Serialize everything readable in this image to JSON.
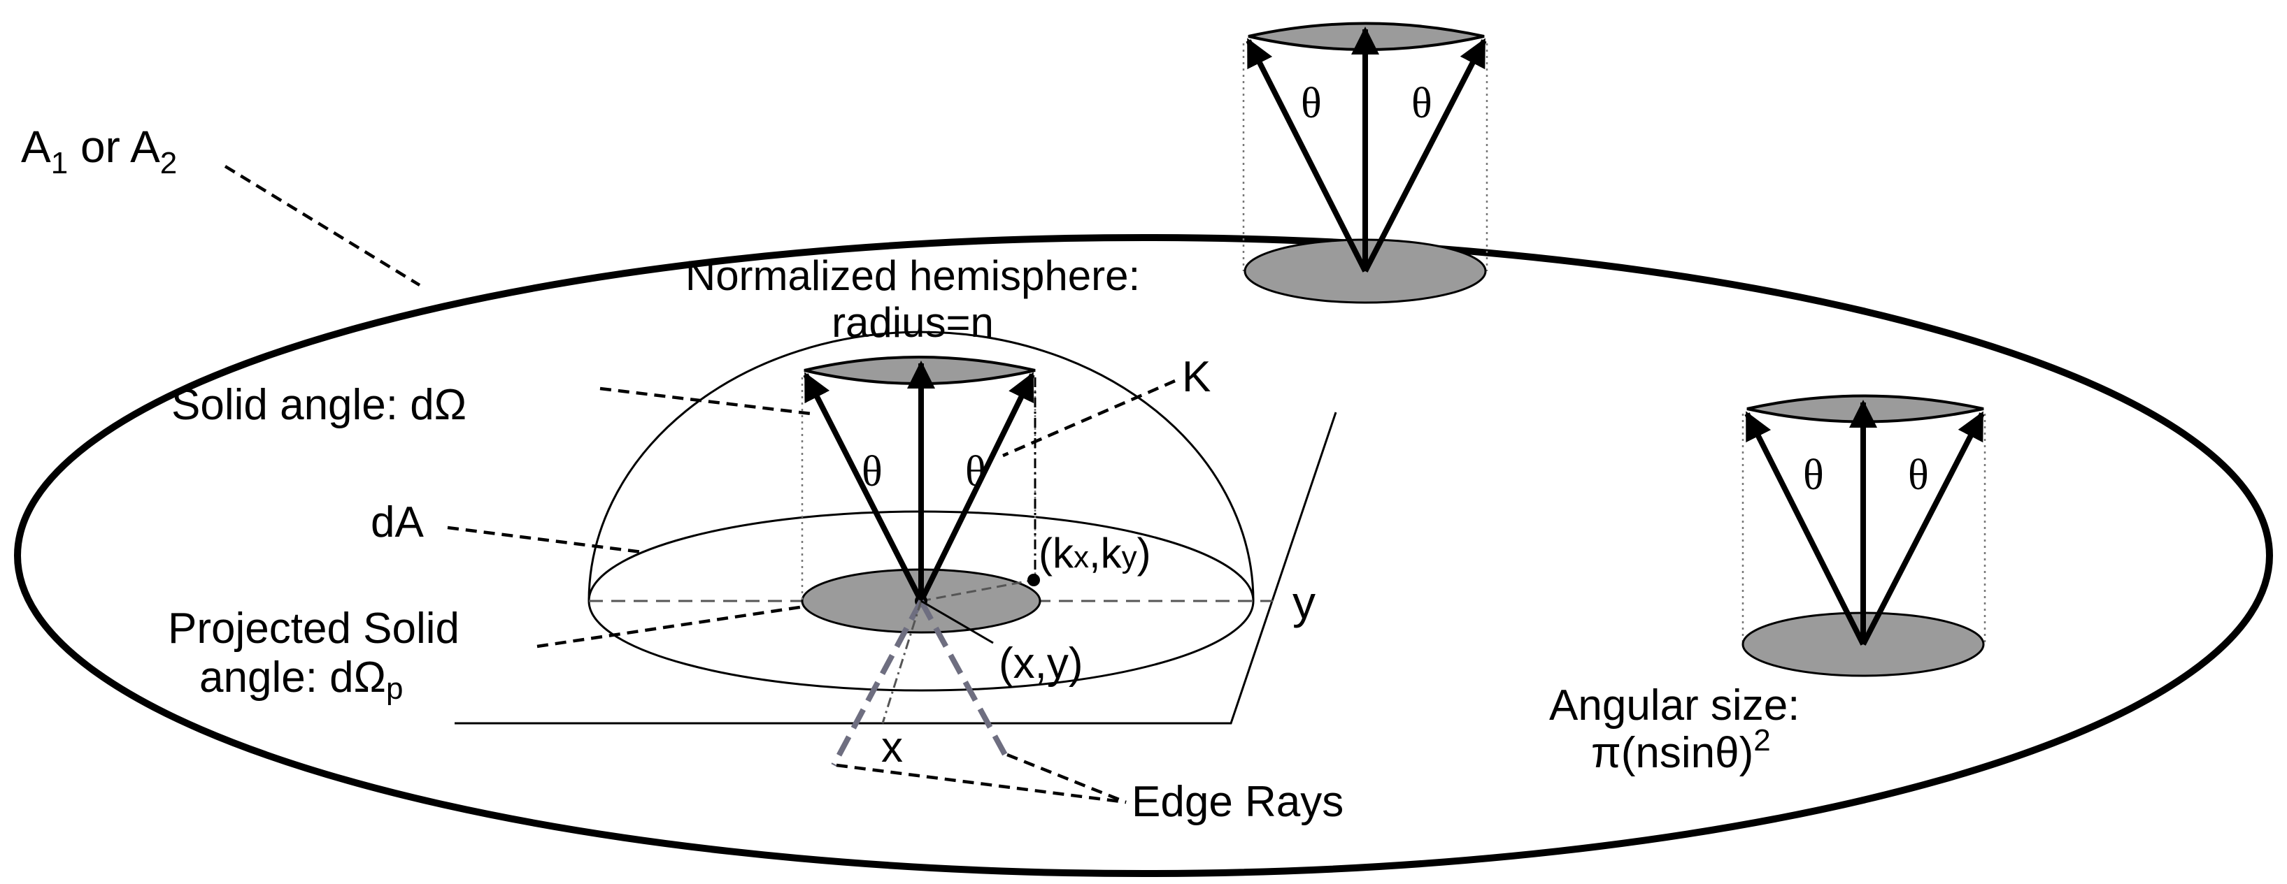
{
  "labels": {
    "surface_a": "A",
    "surface_sub1": "1",
    "surface_or": " or A",
    "surface_sub2": "2",
    "hemisphere_line1": "Normalized hemisphere:",
    "hemisphere_line2": "radius=n",
    "solid_angle": "Solid angle: dΩ",
    "k_vector": "K",
    "area_element": "dA",
    "projected_line1": "Projected Solid",
    "projected_line2_prefix": "angle: dΩ",
    "projected_line2_sub": "p",
    "kxky_open": "(k",
    "kxky_x": "x",
    "kxky_mid": ",k",
    "kxky_y": "y",
    "kxky_close": ")",
    "xy_point": "(x,y)",
    "y_axis": "y",
    "x_axis": "x",
    "edge_rays": "Edge Rays",
    "angular_line1": "Angular size:",
    "angular_line2": "π(nsinθ)",
    "angular_exp": "2",
    "theta": "θ"
  }
}
